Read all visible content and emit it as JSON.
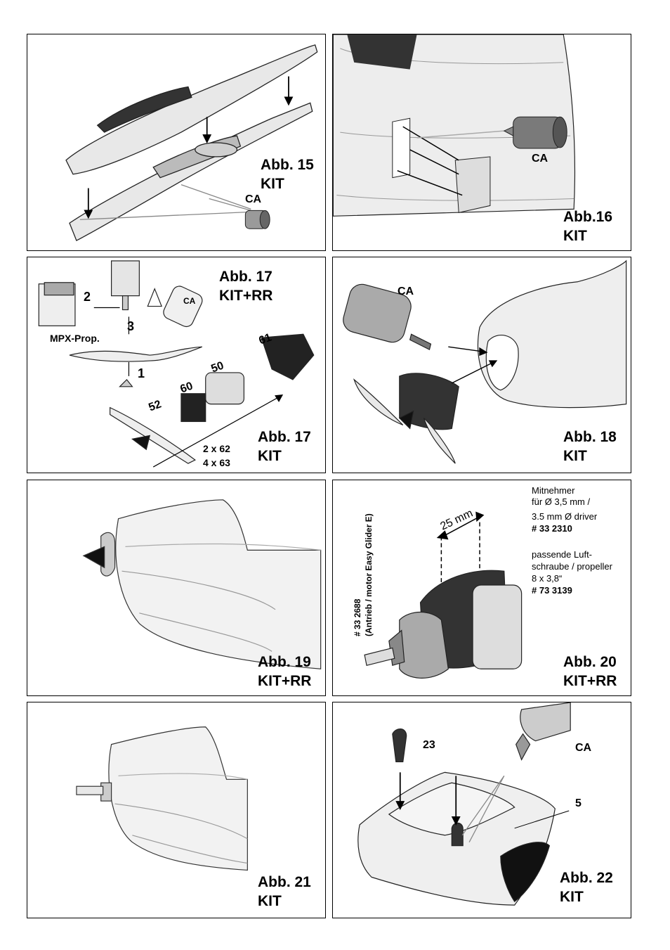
{
  "figures": [
    {
      "id": "abb15",
      "caption_line1": "Abb. 15",
      "caption_line2": "KIT",
      "labels": {
        "ca": "CA"
      }
    },
    {
      "id": "abb16",
      "caption_line1": "Abb.16",
      "caption_line2": "KIT",
      "labels": {
        "ca": "CA"
      }
    },
    {
      "id": "abb17",
      "caption_top_line1": "Abb. 17",
      "caption_top_line2": "KIT+RR",
      "caption_bottom_line1": "Abb. 17",
      "caption_bottom_line2": "KIT",
      "labels": {
        "ca": "CA",
        "mpx_prop": "MPX-Prop.",
        "n1": "1",
        "n2": "2",
        "n3": "3",
        "n50": "50",
        "n52": "52",
        "n60": "60",
        "n61": "61",
        "screws1": "2 x 62",
        "screws2": "4 x 63"
      }
    },
    {
      "id": "abb18",
      "caption_line1": "Abb. 18",
      "caption_line2": "KIT",
      "labels": {
        "ca": "CA"
      }
    },
    {
      "id": "abb19",
      "caption_line1": "Abb. 19",
      "caption_line2": "KIT+RR"
    },
    {
      "id": "abb20",
      "caption_line1": "Abb. 20",
      "caption_line2": "KIT+RR",
      "labels": {
        "dim": "25 mm",
        "part_no": "# 33 2688",
        "part_desc": "(Antrieb / motor Easy Glider E)"
      },
      "notes": {
        "l1": "Mitnehmer",
        "l2": "für Ø 3,5 mm /",
        "l3": "3.5 mm Ø driver",
        "l4": "# 33 2310",
        "l5": "passende Luft-",
        "l6": "schraube / propeller",
        "l7": "8 x 3,8“",
        "l8": "# 73 3139"
      }
    },
    {
      "id": "abb21",
      "caption_line1": "Abb. 21",
      "caption_line2": "KIT"
    },
    {
      "id": "abb22",
      "caption_line1": "Abb. 22",
      "caption_line2": "KIT",
      "labels": {
        "n23": "23",
        "n5": "5",
        "ca": "CA"
      }
    }
  ]
}
